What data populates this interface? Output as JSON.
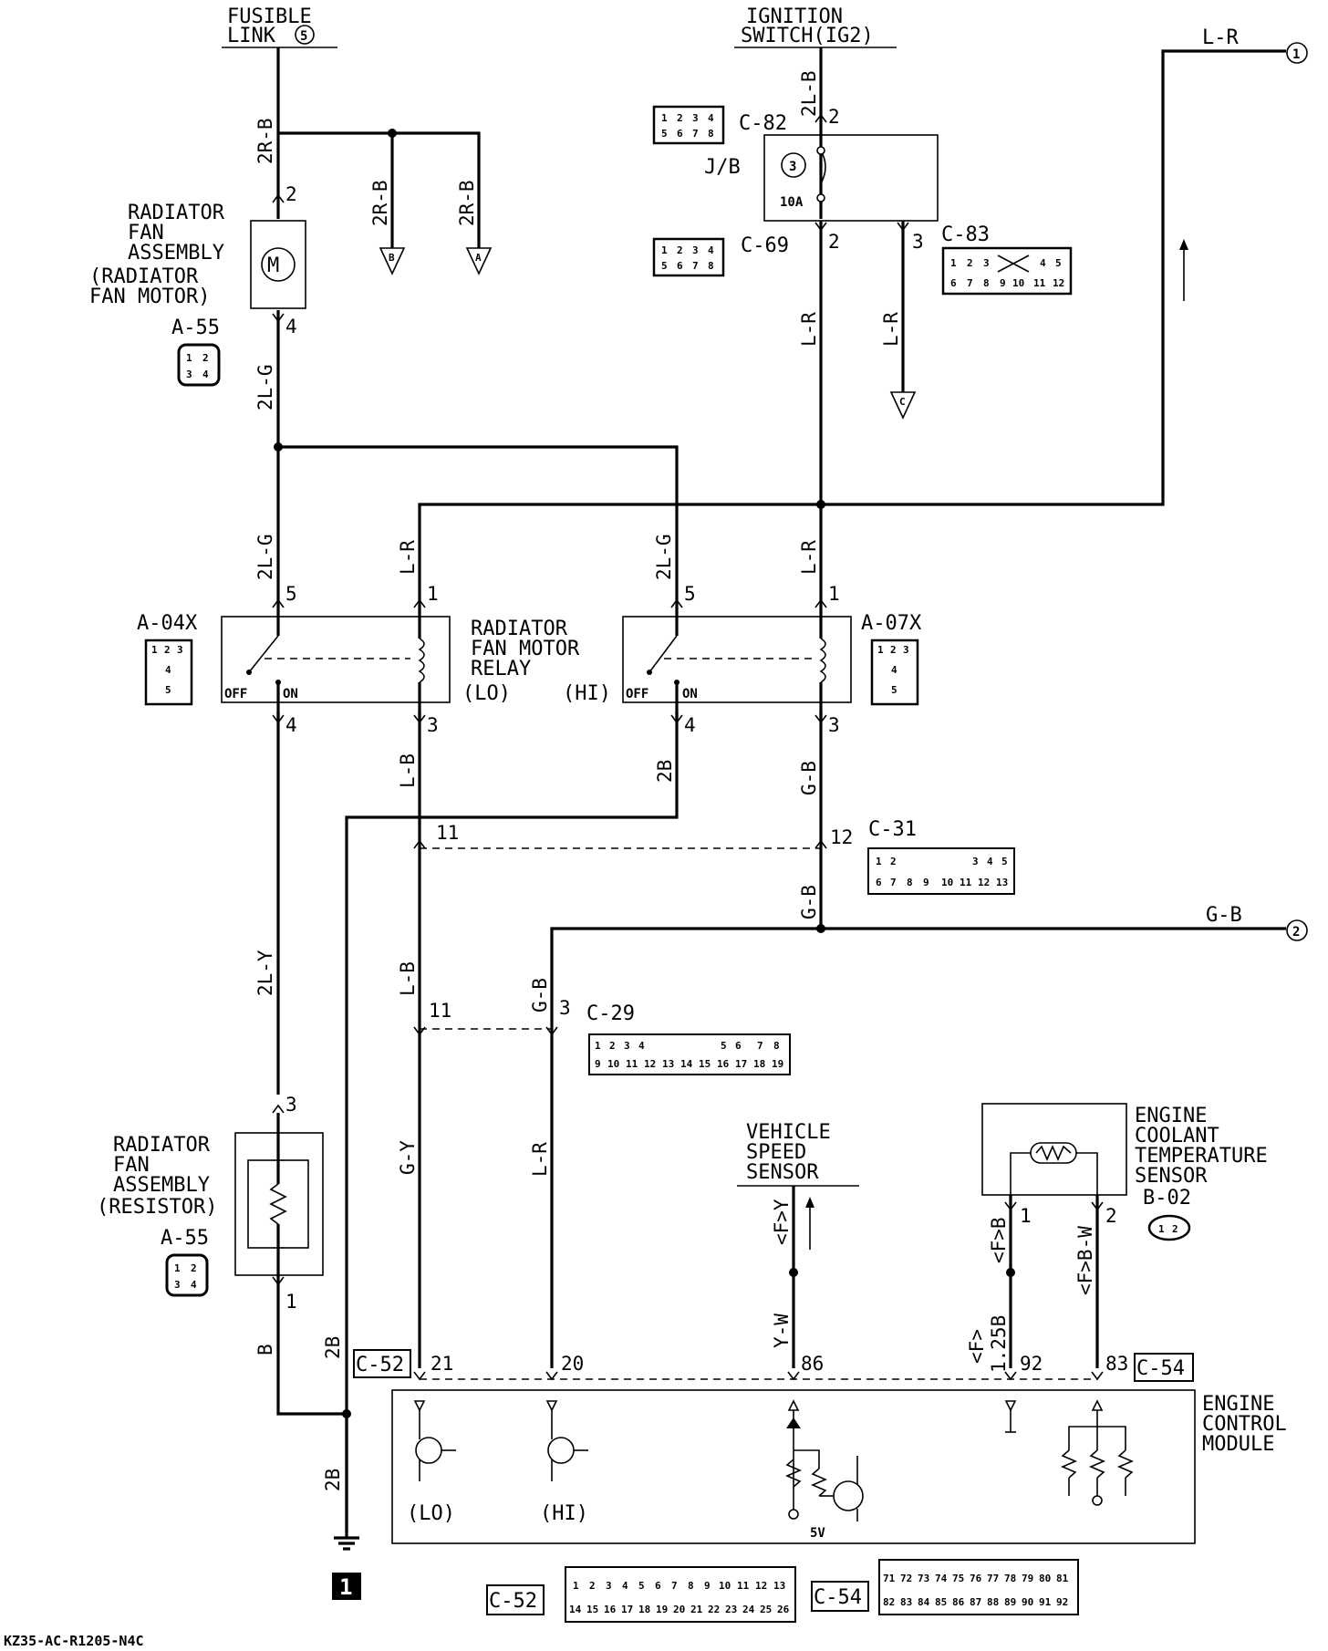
{
  "sources": {
    "fusible_link": [
      "FUSIBLE",
      "LINK"
    ],
    "fusible_link_number": "5",
    "ignition_switch": [
      "IGNITION",
      "SWITCH(IG2)"
    ]
  },
  "offpage": {
    "conn1": {
      "wire": "L-R",
      "num": "1"
    },
    "conn2": {
      "wire": "G-B",
      "num": "2"
    },
    "arrow_B": "B",
    "arrow_A": "A",
    "arrow_C": "C"
  },
  "wires": {
    "w_2RB_main": "2R-B",
    "w_2RB_b": "2R-B",
    "w_2RB_a": "2R-B",
    "w_2LB": "2L-B",
    "w_LR_jb": "L-R",
    "w_LR_c": "L-R",
    "w_2LG_a": "2L-G",
    "w_2LG_b": "2L-G",
    "w_LR_lo": "L-R",
    "w_2LG_c": "2L-G",
    "w_LR_hi": "L-R",
    "w_LB_a": "L-B",
    "w_2B_hi": "2B",
    "w_GB_a": "G-B",
    "w_GB_b": "G-B",
    "w_2LY": "2L-Y",
    "w_LB_b": "L-B",
    "w_GB_c": "G-B",
    "w_GY": "G-Y",
    "w_LR_d": "L-R",
    "w_B": "B",
    "w_2B_a": "2B",
    "w_2B_b": "2B",
    "w_FY": "<F>Y",
    "w_YW": "Y-W",
    "w_FB": "<F>B",
    "w_F125B": [
      "<F>",
      "1.25B"
    ],
    "w_FBW": "<F>B-W"
  },
  "pins": {
    "p_2_fan": "2",
    "p_4_fan": "4",
    "p_2_jb_in": "2",
    "p_2_jb_out": "2",
    "p_3_jb": "3",
    "p_5_lo": "5",
    "p_1_lo": "1",
    "p_4_lo": "4",
    "p_3_lo": "3",
    "p_5_hi": "5",
    "p_1_hi": "1",
    "p_4_hi": "4",
    "p_3_hi": "3",
    "p_11_c31": "11",
    "p_12_c31": "12",
    "p_11_c29": "11",
    "p_3_c29": "3",
    "p_3_res": "3",
    "p_1_res": "1",
    "p_21": "21",
    "p_20": "20",
    "p_86": "86",
    "p_92": "92",
    "p_83": "83",
    "p_1_ect": "1",
    "p_2_ect": "2"
  },
  "components": {
    "fan_motor": [
      "RADIATOR",
      "FAN",
      "ASSEMBLY",
      "(RADIATOR",
      "FAN MOTOR)"
    ],
    "fan_resistor": [
      "RADIATOR",
      "FAN",
      "ASSEMBLY",
      "(RESISTOR)"
    ],
    "relay": [
      "RADIATOR",
      "FAN MOTOR",
      "RELAY"
    ],
    "relay_lo": "(LO)",
    "relay_hi": "(HI)",
    "jb": "J/B",
    "fuse_num": "3",
    "fuse_rating": "10A",
    "vss": [
      "VEHICLE",
      "SPEED",
      "SENSOR"
    ],
    "ect": [
      "ENGINE",
      "COOLANT",
      "TEMPERATURE",
      "SENSOR"
    ],
    "ecm": [
      "ENGINE",
      "CONTROL",
      "MODULE"
    ],
    "ecm_lo": "(LO)",
    "ecm_hi": "(HI)",
    "ecm_5v": "5V",
    "switch_off_lo": "OFF",
    "switch_on_lo": "ON",
    "switch_off_hi": "OFF",
    "switch_on_hi": "ON",
    "ground_num": "1"
  },
  "connectors": {
    "c82": "C-82",
    "c69": "C-69",
    "c83": "C-83",
    "a55_top": "A-55",
    "a04x": "A-04X",
    "a07x": "A-07X",
    "c31": "C-31",
    "c29": "C-29",
    "a55_bottom": "A-55",
    "b02": "B-02",
    "c52_top": "C-52",
    "c54_top": "C-54",
    "c52_bottom": "C-52",
    "c54_bottom": "C-54"
  },
  "connector_pins": {
    "c82": [
      [
        "1",
        "2",
        "3",
        "4"
      ],
      [
        "5",
        "6",
        "7",
        "8"
      ]
    ],
    "c69": [
      [
        "1",
        "2",
        "3",
        "4"
      ],
      [
        "5",
        "6",
        "7",
        "8"
      ]
    ],
    "c83": [
      [
        "1",
        "2",
        "3",
        "",
        "4",
        "5"
      ],
      [
        "6",
        "7",
        "8",
        "9",
        "10",
        "11",
        "12"
      ]
    ],
    "a55": [
      [
        "1",
        "2"
      ],
      [
        "3",
        "4"
      ]
    ],
    "a04x": [
      [
        "1",
        "2",
        "3"
      ],
      [
        "4"
      ],
      [
        "5"
      ]
    ],
    "a07x": [
      [
        "1",
        "2",
        "3"
      ],
      [
        "4"
      ],
      [
        "5"
      ]
    ],
    "c31": [
      [
        "1",
        "2",
        "",
        "3",
        "4",
        "5"
      ],
      [
        "6",
        "7",
        "8",
        "9",
        "10",
        "11",
        "12",
        "13"
      ]
    ],
    "c29": [
      [
        "1",
        "2",
        "3",
        "4",
        "",
        "5",
        "6",
        "7",
        "8"
      ],
      [
        "9",
        "10",
        "11",
        "12",
        "13",
        "14",
        "15",
        "16",
        "17",
        "18",
        "19"
      ]
    ],
    "b02": [
      [
        "1",
        "2"
      ]
    ],
    "c52": [
      [
        "1",
        "2",
        "3",
        "4",
        "5",
        "6",
        "7",
        "8",
        "9",
        "10",
        "11",
        "12",
        "13"
      ],
      [
        "14",
        "15",
        "16",
        "17",
        "18",
        "19",
        "20",
        "21",
        "22",
        "23",
        "24",
        "25",
        "26"
      ]
    ],
    "c54": [
      [
        "71",
        "72",
        "73",
        "74",
        "75",
        "76",
        "77",
        "78",
        "79",
        "80",
        "81"
      ],
      [
        "82",
        "83",
        "84",
        "85",
        "86",
        "87",
        "88",
        "89",
        "90",
        "91",
        "92"
      ]
    ]
  },
  "footer_code": "KZ35-AC-R1205-N4C"
}
